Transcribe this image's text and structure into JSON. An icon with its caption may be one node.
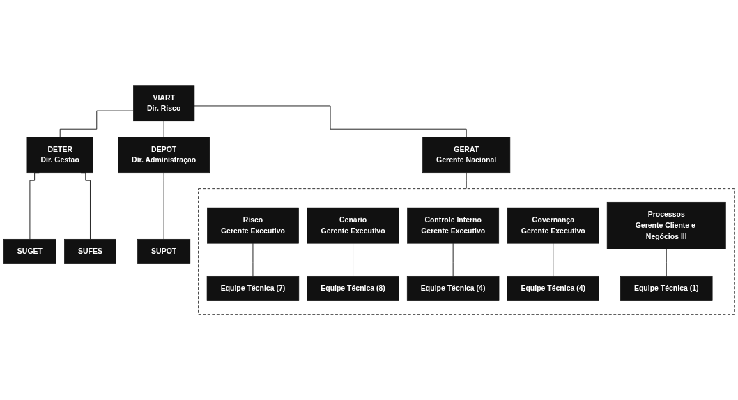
{
  "diagram": {
    "nodes": [
      {
        "text": [
          "VIART",
          "Dir. Risco"
        ]
      },
      {
        "text": [
          "DETER",
          "Dir. Gestão"
        ]
      },
      {
        "text": [
          "DEPOT",
          "Dir. Administração"
        ]
      },
      {
        "text": [
          "SUGET"
        ]
      },
      {
        "text": [
          "SUFES"
        ]
      },
      {
        "text": [
          "SUPOT"
        ]
      },
      {
        "text": [
          "GERAT",
          "Gerente Nacional"
        ]
      },
      {
        "text": [],
        "shape": "box"
      },
      {
        "text": [
          "Risco",
          "Gerente Executivo"
        ],
        "in": 7
      },
      {
        "text": [
          "Equipe Técnica (7)"
        ],
        "in": 7
      },
      {
        "text": [
          "Cenário",
          "Gerente Executivo"
        ],
        "in": 7
      },
      {
        "text": [
          "Equipe Técnica (8)"
        ],
        "in": 7
      },
      {
        "text": [
          "Controle Interno",
          "Gerente Executivo"
        ],
        "in": 7
      },
      {
        "text": [
          "Equipe Técnica (4)"
        ],
        "in": 7
      },
      {
        "text": [
          "Governança",
          "Gerente Executivo"
        ],
        "in": 7
      },
      {
        "text": [
          "Equipe Técnica (4)"
        ],
        "in": 7
      },
      {
        "text": [
          "Processos",
          "Gerente Cliente e Negócios III"
        ],
        "in": 7
      },
      {
        "text": [
          "Equipe Técnica (1)"
        ],
        "in": 7
      }
    ],
    "edges": [
      {
        "from": 0,
        "to": 1,
        "arrow": "none"
      },
      {
        "from": 0,
        "to": 2,
        "arrow": "none"
      },
      {
        "from": 0,
        "to": 6,
        "arrow": "none"
      },
      {
        "from": 1,
        "to": 3,
        "arrow": "none"
      },
      {
        "from": 1,
        "to": 4,
        "arrow": "none"
      },
      {
        "from": 2,
        "to": 5,
        "arrow": "none"
      },
      {
        "from": 6,
        "to": 7,
        "arrow": "none"
      },
      {
        "from": 8,
        "to": 9,
        "arrow": "none"
      },
      {
        "from": 10,
        "to": 11,
        "arrow": "none"
      },
      {
        "from": 12,
        "to": 13,
        "arrow": "none"
      },
      {
        "from": 14,
        "to": 15,
        "arrow": "none"
      },
      {
        "from": 16,
        "to": 17,
        "arrow": "none"
      }
    ]
  }
}
